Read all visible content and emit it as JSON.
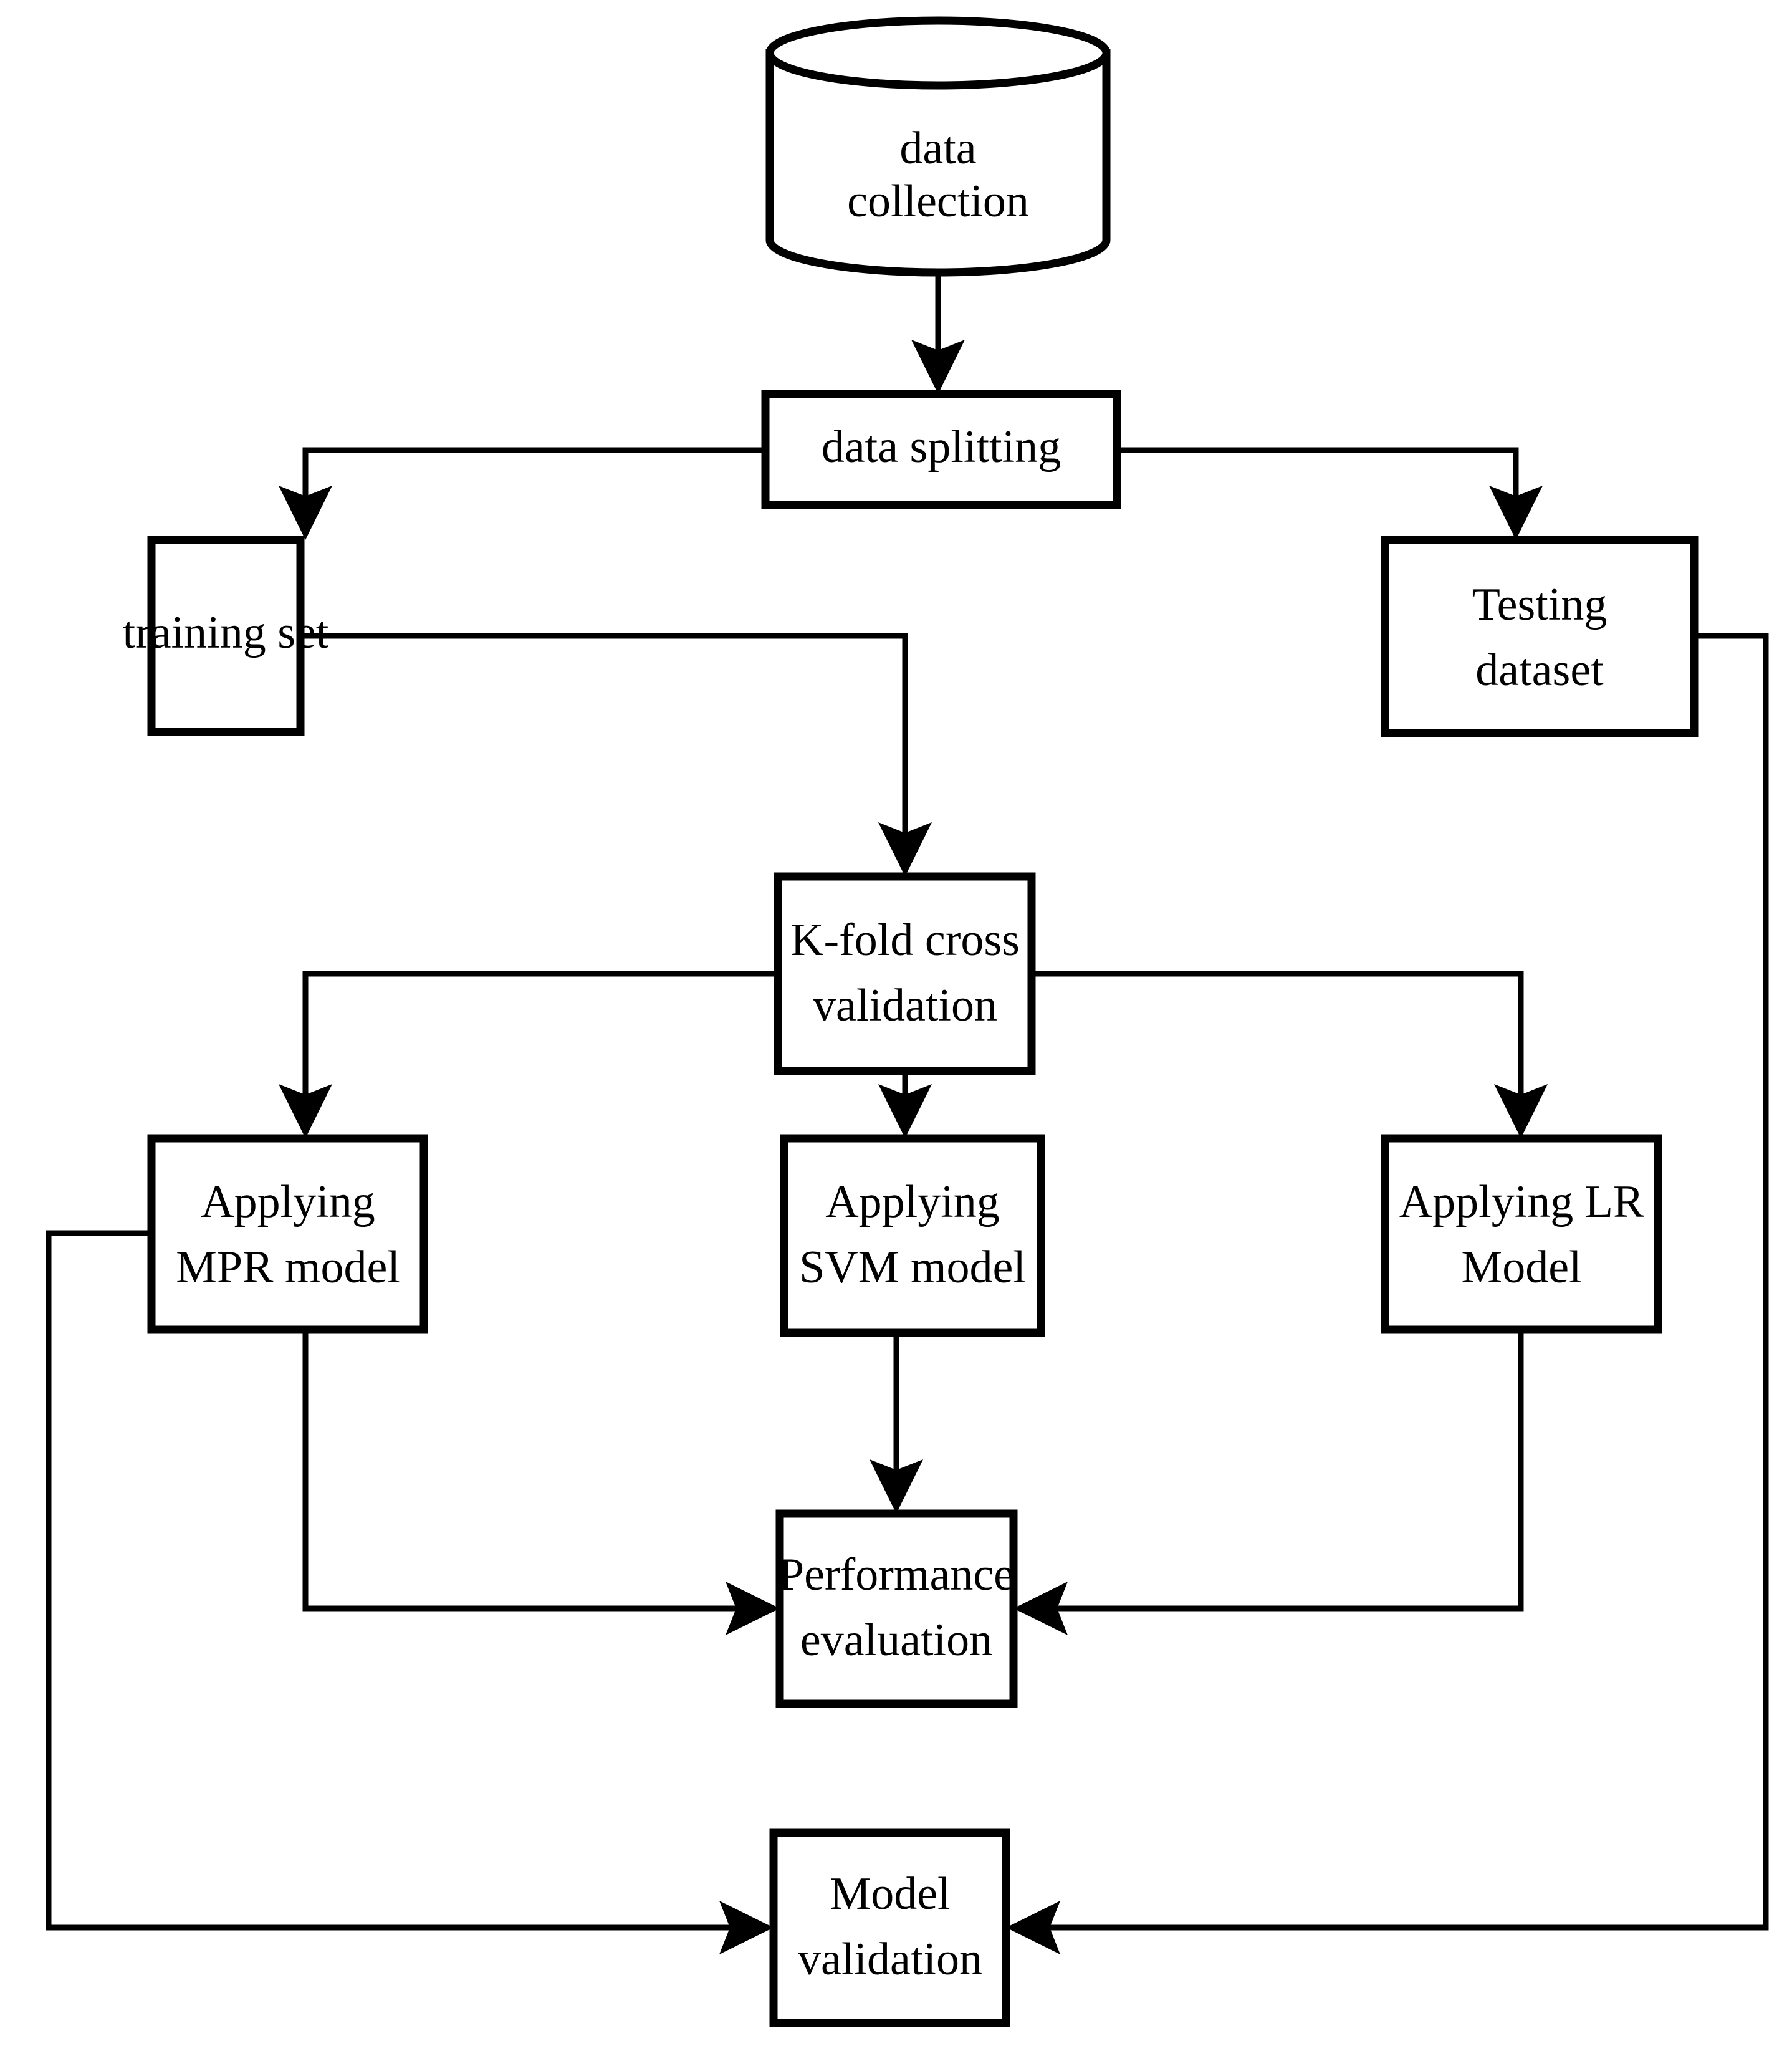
{
  "diagram": {
    "title": "Machine learning modelling workflow flowchart",
    "type": "flowchart",
    "background_color": "#ffffff",
    "line_color": "#000000",
    "nodes": {
      "data_collection": {
        "line1": "data",
        "line2": "collection",
        "shape": "cylinder"
      },
      "data_splitting": {
        "line1": "data splitting",
        "line2": "",
        "shape": "rectangle"
      },
      "training_set": {
        "line1": "training set",
        "line2": "",
        "shape": "rectangle"
      },
      "testing_dataset": {
        "line1": "Testing",
        "line2": "dataset",
        "shape": "rectangle"
      },
      "kfold": {
        "line1": "K-fold cross",
        "line2": "validation",
        "shape": "rectangle"
      },
      "mpr_model": {
        "line1": "Applying",
        "line2": "MPR model",
        "shape": "rectangle"
      },
      "svm_model": {
        "line1": "Applying",
        "line2": "SVM model",
        "shape": "rectangle"
      },
      "lr_model": {
        "line1": "Applying LR",
        "line2": "Model",
        "shape": "rectangle"
      },
      "performance_evaluation": {
        "line1": "Performance",
        "line2": "evaluation",
        "shape": "rectangle"
      },
      "model_validation": {
        "line1": "Model",
        "line2": "validation",
        "shape": "rectangle"
      }
    },
    "edges": [
      {
        "from": "data_collection",
        "to": "data_splitting",
        "arrow": true
      },
      {
        "from": "data_splitting",
        "to": "training_set",
        "arrow": true
      },
      {
        "from": "data_splitting",
        "to": "testing_dataset",
        "arrow": true
      },
      {
        "from": "training_set",
        "to": "kfold",
        "arrow": true
      },
      {
        "from": "kfold",
        "to": "mpr_model",
        "arrow": true
      },
      {
        "from": "kfold",
        "to": "svm_model",
        "arrow": true
      },
      {
        "from": "kfold",
        "to": "lr_model",
        "arrow": true
      },
      {
        "from": "mpr_model",
        "to": "performance_evaluation",
        "arrow": true
      },
      {
        "from": "svm_model",
        "to": "performance_evaluation",
        "arrow": true
      },
      {
        "from": "lr_model",
        "to": "performance_evaluation",
        "arrow": true
      },
      {
        "from": "mpr_model",
        "to": "model_validation",
        "arrow": true
      },
      {
        "from": "testing_dataset",
        "to": "model_validation",
        "arrow": true
      }
    ]
  }
}
